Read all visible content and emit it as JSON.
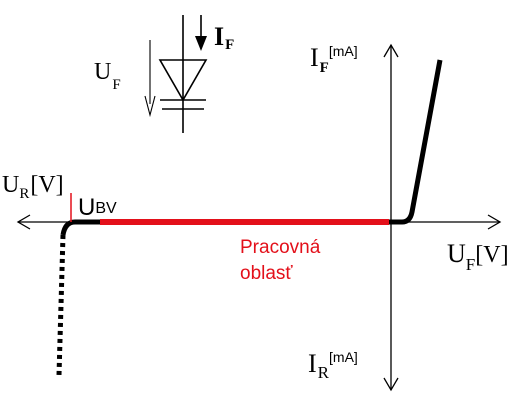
{
  "diagram": {
    "labels": {
      "uf_main": "U",
      "uf_sub": "F",
      "if_main": "I",
      "if_sub": "F",
      "if_axis_main": "I",
      "if_axis_sub": "F",
      "if_axis_unit": "[mA]",
      "ur_main": "U",
      "ur_sub": "R",
      "ur_unit": "[V]",
      "ubv_main": "U",
      "ubv_sub": "BV",
      "uf_axis_main": "U",
      "uf_axis_sub": "F",
      "uf_axis_unit": "[V]",
      "ir_main": "I",
      "ir_sub": "R",
      "ir_unit": "[mA]",
      "working_line1": "Pracovná",
      "working_line2": "oblasť"
    },
    "colors": {
      "axis": "#000000",
      "curve": "#000000",
      "working_region": "#e3101a",
      "marker": "#e3101a",
      "working_text": "#e3101a"
    }
  }
}
